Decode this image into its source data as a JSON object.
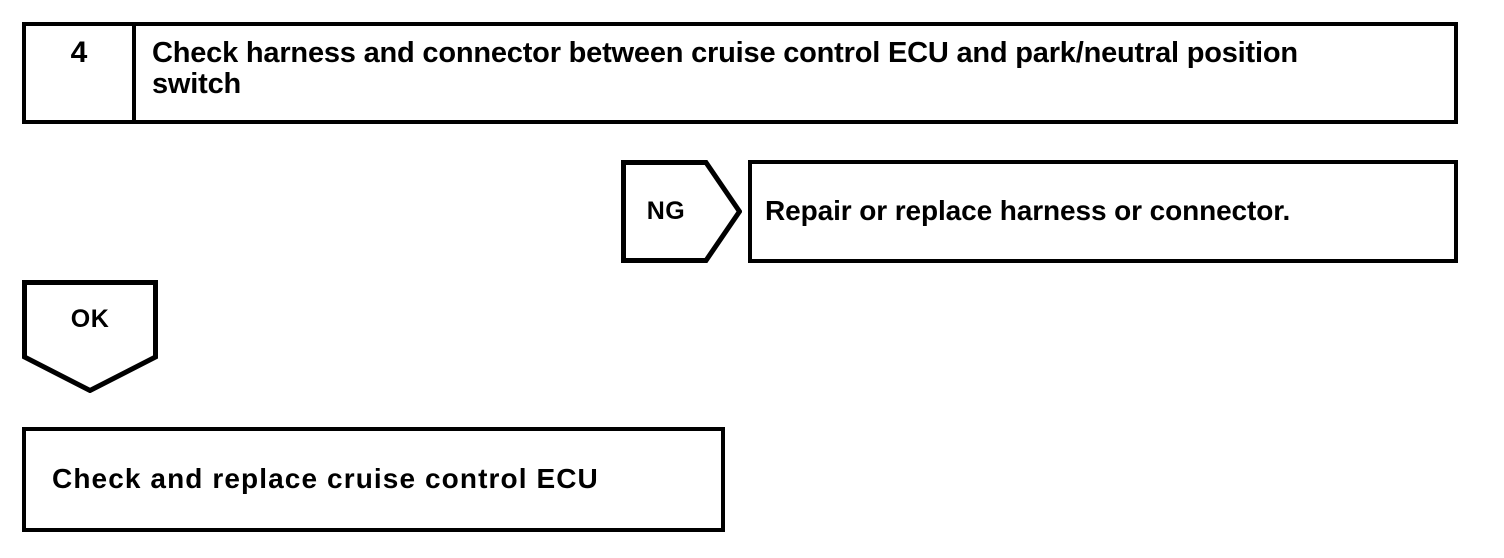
{
  "document": {
    "type": "troubleshooting-flowchart",
    "ink_color": "#000000",
    "background_color": "#ffffff"
  },
  "step": {
    "number": "4",
    "instruction": "Check harness and connector between cruise control ECU and park/neutral position switch"
  },
  "branches": {
    "ng": {
      "label": "NG",
      "shape": "pentagon-arrow-right",
      "result": "Repair or replace harness or connector."
    },
    "ok": {
      "label": "OK",
      "shape": "pentagon-arrow-down",
      "result": "Check and replace cruise control ECU"
    }
  }
}
